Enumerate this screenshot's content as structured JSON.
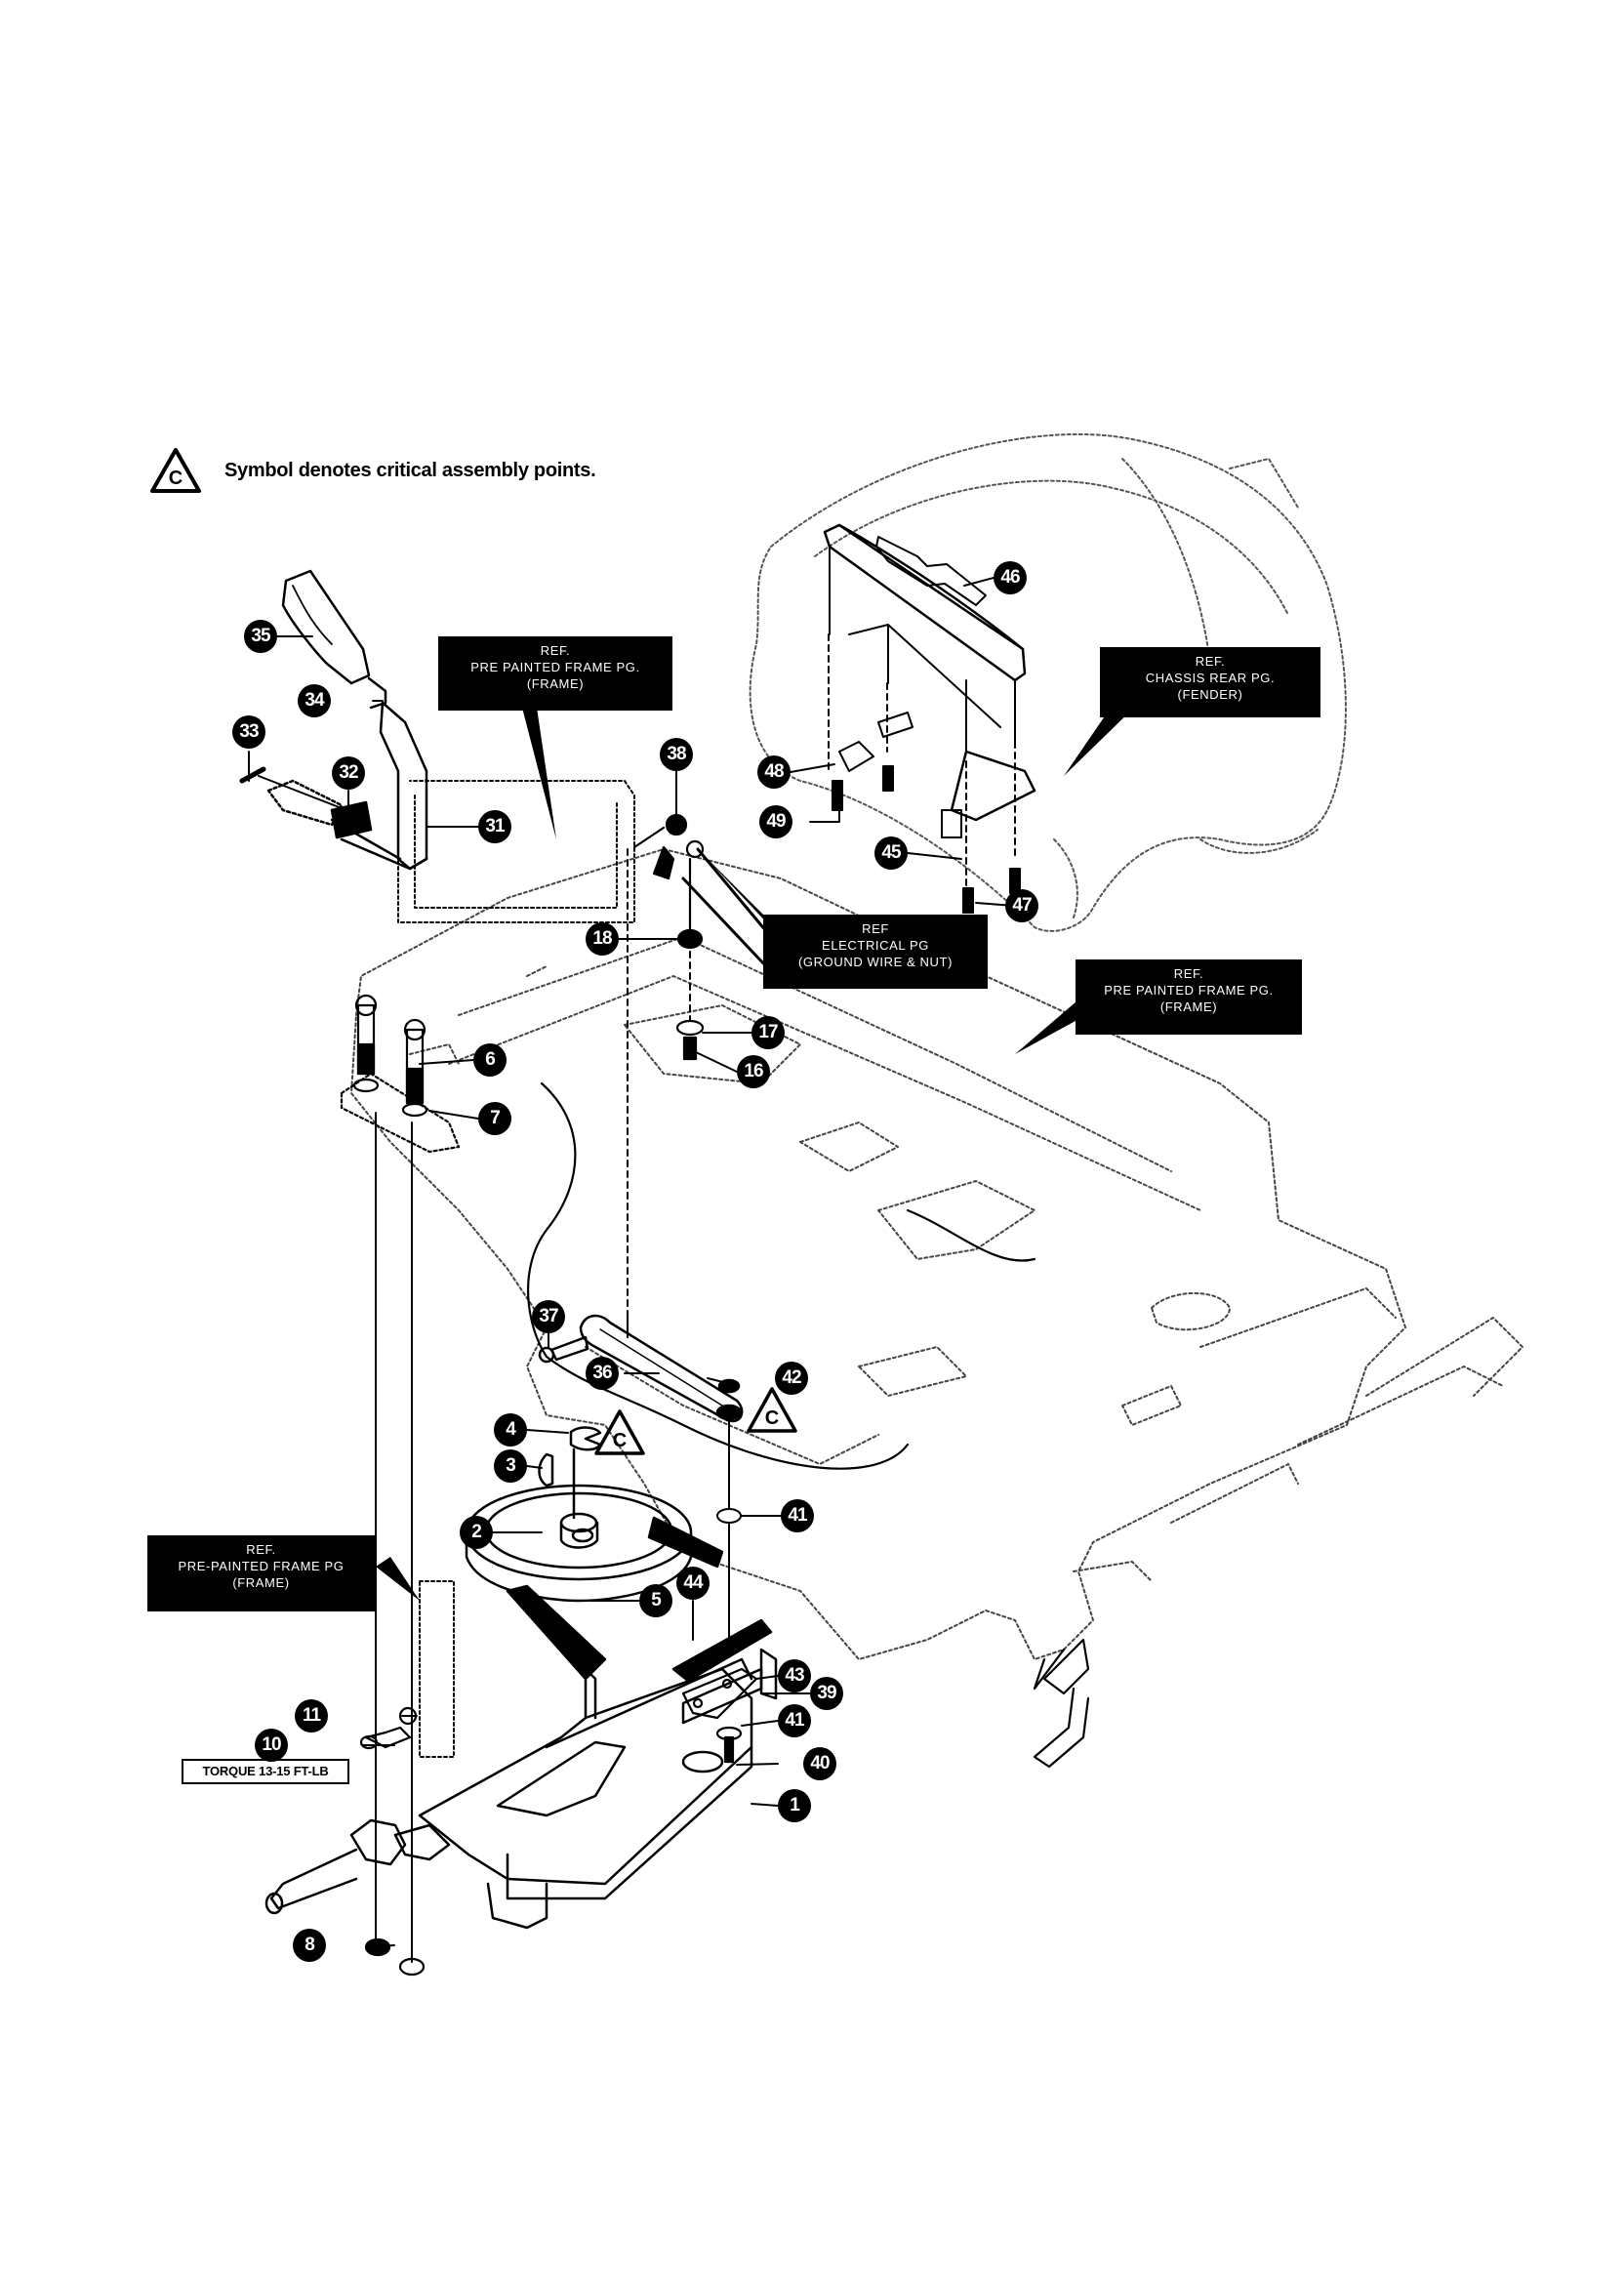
{
  "legend": {
    "symbol": "C",
    "text": "Symbol denotes critical assembly points."
  },
  "reference_labels": [
    {
      "lines": [
        "REF.",
        "PRE PAINTED FRAME PG.",
        "(FRAME)"
      ]
    },
    {
      "lines": [
        "REF.",
        "CHASSIS REAR PG.",
        "(FENDER)"
      ]
    },
    {
      "lines": [
        "REF",
        "ELECTRICAL PG",
        "(GROUND WIRE & NUT)"
      ]
    },
    {
      "lines": [
        "REF.",
        "PRE PAINTED FRAME PG.",
        "(FRAME)"
      ]
    },
    {
      "lines": [
        "REF.",
        "PRE-PAINTED FRAME PG",
        "(FRAME)"
      ]
    }
  ],
  "torque_note": "TORQUE 13-15 FT-LB",
  "critical_marks": [
    "C",
    "C"
  ],
  "callouts": [
    "35",
    "34",
    "33",
    "32",
    "31",
    "38",
    "18",
    "17",
    "16",
    "6",
    "7",
    "46",
    "48",
    "49",
    "45",
    "47",
    "37",
    "36",
    "42",
    "4",
    "3",
    "2",
    "41",
    "5",
    "44",
    "43",
    "39",
    "41",
    "40",
    "1",
    "11",
    "10",
    "8"
  ]
}
